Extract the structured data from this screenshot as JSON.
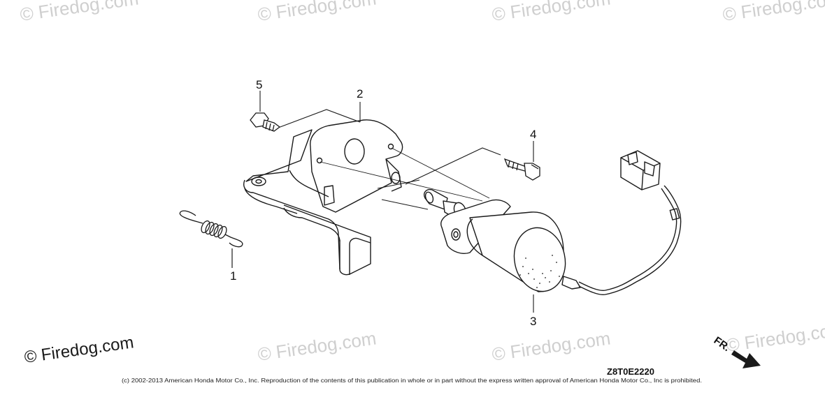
{
  "watermarks": [
    "© Firedog.com",
    "© Firedog.com",
    "© Firedog.com",
    "© Firedog.com",
    "© Firedog.com",
    "© Firedog.com",
    "© Firedog.cc"
  ],
  "watermark_main": "© Firedog.com",
  "callouts": {
    "spring": "1",
    "bracket": "2",
    "solenoid": "3",
    "bolt_right": "4",
    "bolt_left": "5"
  },
  "diagram_code": "Z8T0E2220",
  "direction_label": "FR.",
  "copyright": "(c) 2002-2013 American Honda Motor Co., Inc. Reproduction of the contents of this publication in whole or in part without the express written approval of American Honda Motor Co., Inc is prohibited.",
  "colors": {
    "line": "#1a1a1a",
    "watermark": "#cfcfcf",
    "paper": "#ffffff"
  }
}
